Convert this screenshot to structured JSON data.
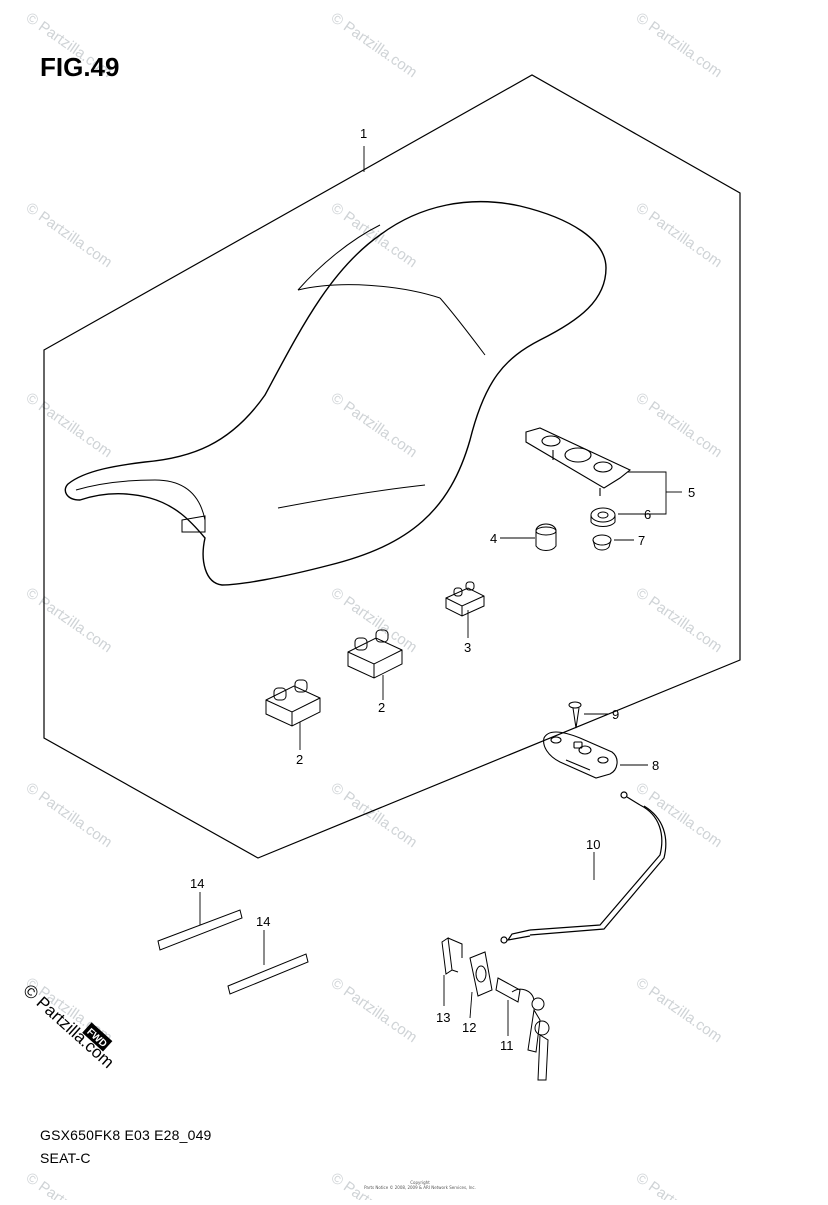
{
  "figure": {
    "title": "FIG.49",
    "model_code": "GSX650FK8 E03 E28_049",
    "section_name": "SEAT-C"
  },
  "watermark": {
    "text": "© Partzilla.com",
    "logo_text": "Partzilla.com",
    "logo_symbol": "©",
    "fwd_badge": "FWD"
  },
  "copyright": {
    "line1": "Copyright",
    "line2": "Parts Notice © 2008, 2009 & ARI Network Services, Inc."
  },
  "callouts": [
    {
      "number": "1",
      "part": "seat"
    },
    {
      "number": "2",
      "part": "cushion"
    },
    {
      "number": "2",
      "part": "cushion"
    },
    {
      "number": "3",
      "part": "cushion"
    },
    {
      "number": "4",
      "part": "cushion"
    },
    {
      "number": "5",
      "part": "bracket"
    },
    {
      "number": "6",
      "part": "nut"
    },
    {
      "number": "7",
      "part": "nut"
    },
    {
      "number": "8",
      "part": "lock"
    },
    {
      "number": "9",
      "part": "screw"
    },
    {
      "number": "10",
      "part": "cable"
    },
    {
      "number": "11",
      "part": "key lock"
    },
    {
      "number": "12",
      "part": "plate"
    },
    {
      "number": "13",
      "part": "clip"
    },
    {
      "number": "14",
      "part": "tape"
    },
    {
      "number": "14",
      "part": "tape"
    }
  ],
  "colors": {
    "line": "#000000",
    "watermark": "#cfd3d6",
    "background": "#ffffff"
  }
}
